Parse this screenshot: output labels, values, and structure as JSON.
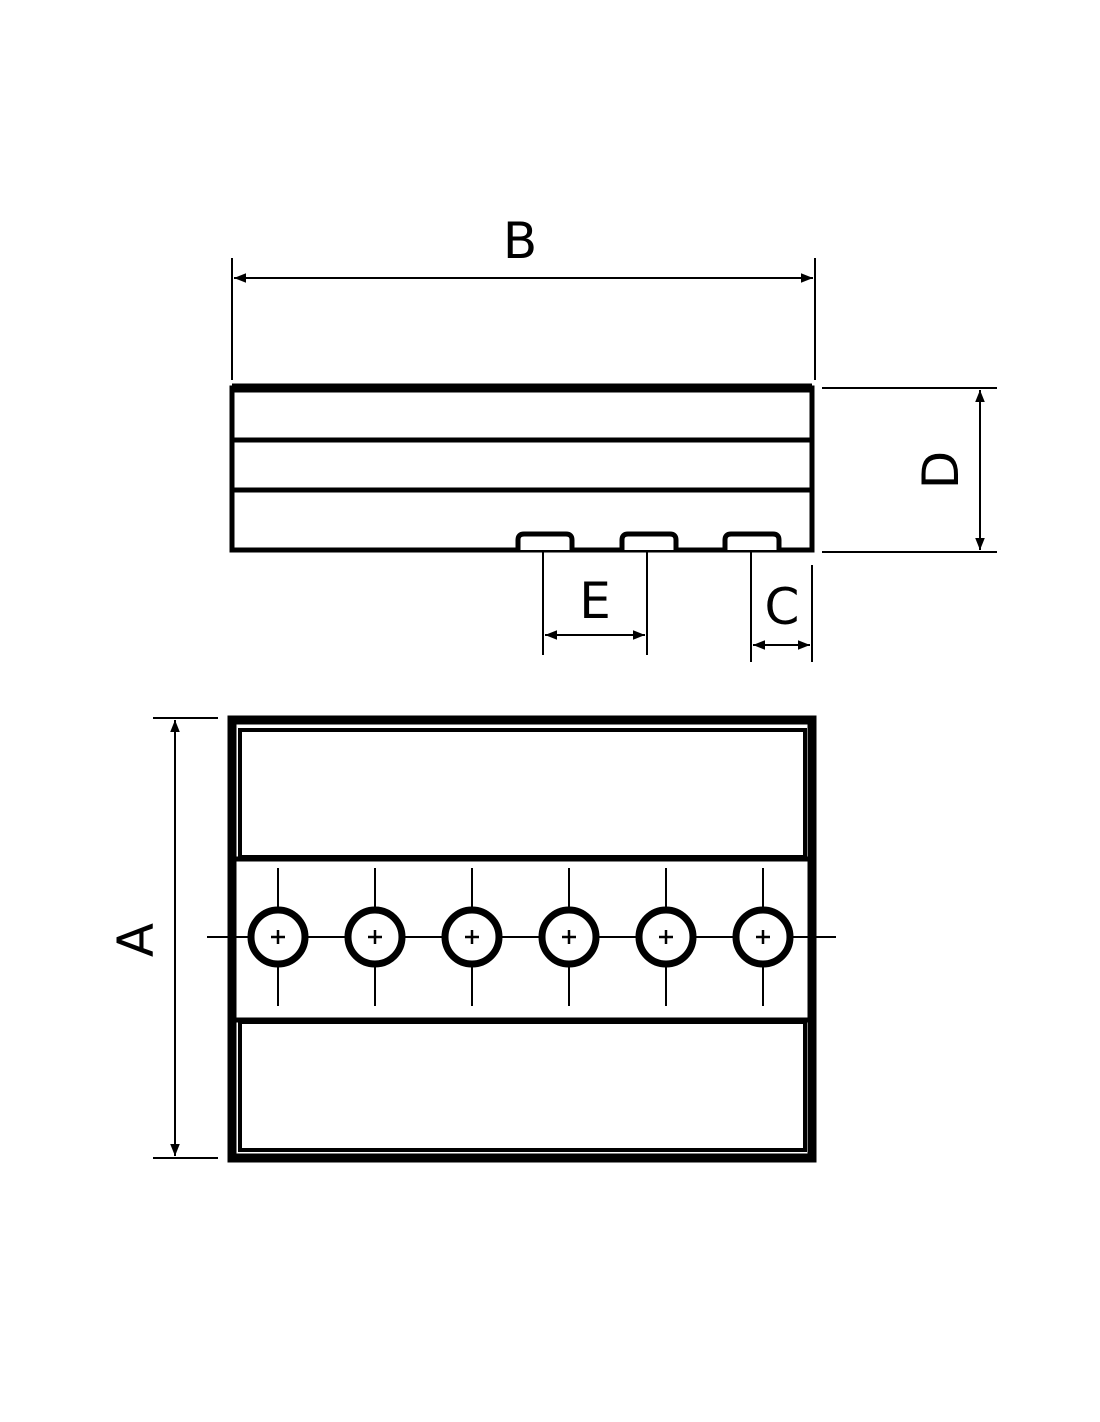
{
  "diagram": {
    "labels": {
      "width_b": "B",
      "height_d": "D",
      "pitch_e": "E",
      "offset_c": "C",
      "depth_a": "A"
    },
    "hole_count": 6,
    "slot_count": 3,
    "colors": {
      "line": "#000000",
      "background": "#ffffff"
    }
  }
}
